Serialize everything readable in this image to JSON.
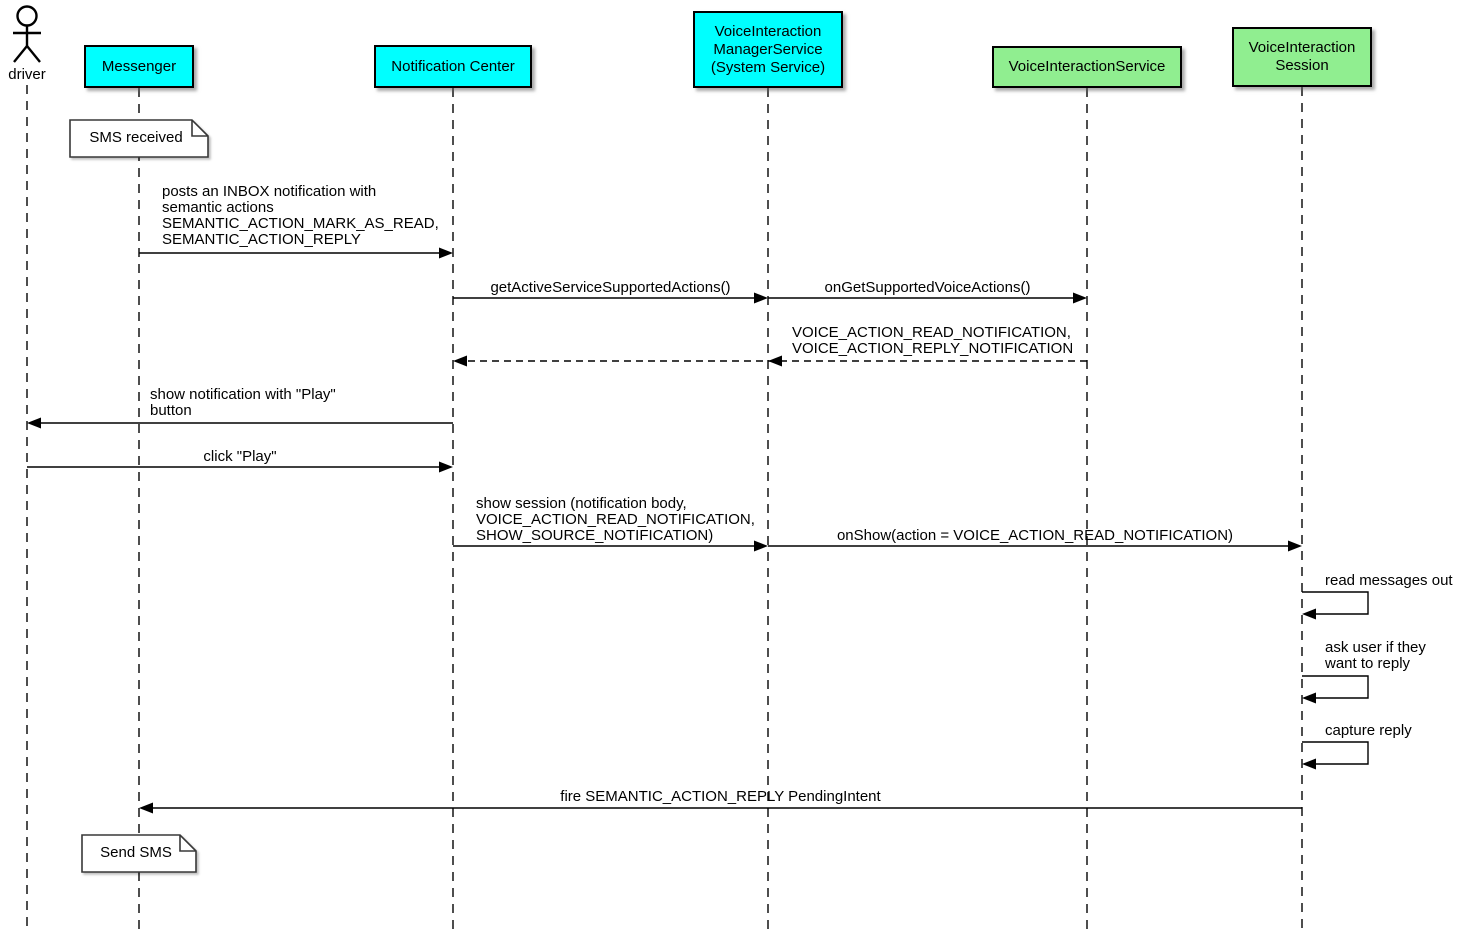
{
  "diagram": {
    "type": "uml-sequence-diagram",
    "colors": {
      "cyan_participant": "#00ffff",
      "green_participant": "#90ee90",
      "note_fill": "#ffffff",
      "line": "#000000",
      "background": "#ffffff"
    },
    "participants": [
      {
        "label": "driver",
        "kind": "actor"
      },
      {
        "label": "Messenger",
        "kind": "box",
        "color": "#00ffff"
      },
      {
        "label": "Notification Center",
        "kind": "box",
        "color": "#00ffff"
      },
      {
        "label": "VoiceInteraction\nManagerService\n(System Service)",
        "kind": "box",
        "color": "#00ffff"
      },
      {
        "label": "VoiceInteractionService",
        "kind": "box",
        "color": "#90ee90"
      },
      {
        "label": "VoiceInteraction\nSession",
        "kind": "box",
        "color": "#90ee90"
      }
    ],
    "notes": [
      {
        "label": "SMS received",
        "attached_to": "Messenger"
      },
      {
        "label": "Send SMS",
        "attached_to": "Messenger"
      }
    ],
    "messages": [
      {
        "from": "Messenger",
        "to": "Notification Center",
        "style": "solid",
        "label": "posts an INBOX notification with\nsemantic actions\nSEMANTIC_ACTION_MARK_AS_READ,\nSEMANTIC_ACTION_REPLY"
      },
      {
        "from": "Notification Center",
        "to": "VoiceInteraction ManagerService",
        "style": "solid",
        "label": "getActiveServiceSupportedActions()"
      },
      {
        "from": "VoiceInteraction ManagerService",
        "to": "VoiceInteractionService",
        "style": "solid",
        "label": "onGetSupportedVoiceActions()"
      },
      {
        "from": "VoiceInteractionService",
        "to": "Notification Center",
        "style": "dashed-return",
        "label": "VOICE_ACTION_READ_NOTIFICATION,\nVOICE_ACTION_REPLY_NOTIFICATION"
      },
      {
        "from": "Notification Center",
        "to": "driver",
        "style": "solid",
        "label": "show notification with \"Play\"\nbutton"
      },
      {
        "from": "driver",
        "to": "Notification Center",
        "style": "solid",
        "label": "click \"Play\""
      },
      {
        "from": "Notification Center",
        "to": "VoiceInteraction ManagerService",
        "style": "solid",
        "label": "show session (notification body,\nVOICE_ACTION_READ_NOTIFICATION,\nSHOW_SOURCE_NOTIFICATION)"
      },
      {
        "from": "VoiceInteraction ManagerService",
        "to": "VoiceInteraction Session",
        "style": "solid",
        "label": "onShow(action = VOICE_ACTION_READ_NOTIFICATION)"
      },
      {
        "from": "VoiceInteraction Session",
        "to": "VoiceInteraction Session",
        "style": "self",
        "label": "read messages out"
      },
      {
        "from": "VoiceInteraction Session",
        "to": "VoiceInteraction Session",
        "style": "self",
        "label": "ask user if they\nwant to reply"
      },
      {
        "from": "VoiceInteraction Session",
        "to": "VoiceInteraction Session",
        "style": "self",
        "label": "capture reply"
      },
      {
        "from": "VoiceInteraction Session",
        "to": "Messenger",
        "style": "solid",
        "label": "fire SEMANTIC_ACTION_REPLY PendingIntent"
      }
    ]
  }
}
